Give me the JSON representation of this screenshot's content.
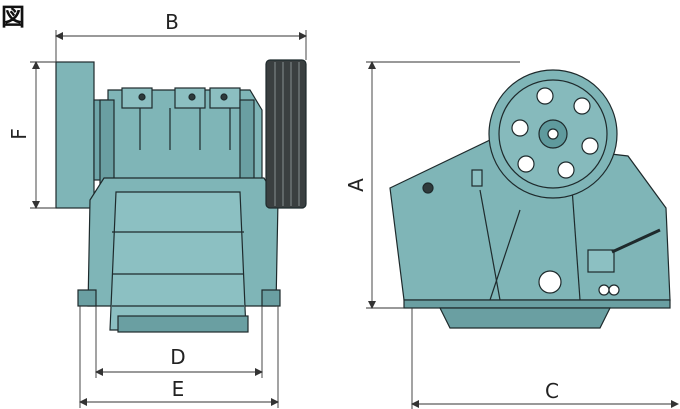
{
  "figure_mark": "図",
  "dimensions": {
    "A": "A",
    "B": "B",
    "C": "C",
    "D": "D",
    "E": "E",
    "F": "F"
  },
  "colors": {
    "body": "#7fb5b7",
    "body_dark": "#5f9a9d",
    "line": "#1e2a2c",
    "flywheel_dark": "#3a3f40",
    "dim_line": "#333333"
  }
}
